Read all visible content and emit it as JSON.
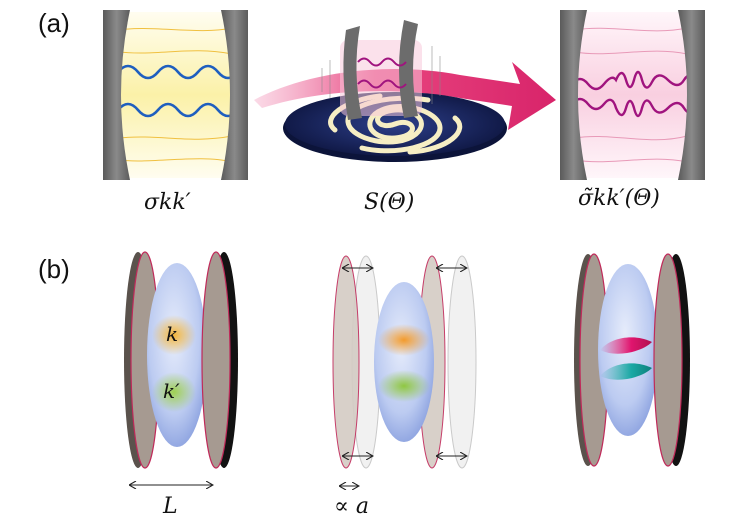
{
  "panels": {
    "a": {
      "label": "(a)"
    },
    "b": {
      "label": "(b)"
    }
  },
  "captions": {
    "sigma": "σkk′",
    "scattering": "S(Θ)",
    "sigma_tilde": "σ̃kk′(Θ)"
  },
  "blob_labels": {
    "k": "k",
    "kprime": "k′"
  },
  "dimensions": {
    "L": "L",
    "a": "∝ a"
  },
  "colors": {
    "mirror_gray": "#6e6e6e",
    "plate_face": "#a69a91",
    "plate_edge": "#c02a5a",
    "wave_blue": "#1f5fbf",
    "wave_purple": "#a0147e",
    "arrow_pink": "#e03c7c",
    "cavity_yellow": "#fbf4c0",
    "cavity_pink": "#fbdde9",
    "disk_navy": "#1c2a66",
    "ellipse_blue": "#b8c8f0",
    "mode_orange": "#f08a1e",
    "mode_green": "#8cc63f",
    "mode_magenta": "#e0156e",
    "mode_teal": "#1aa8a4"
  }
}
